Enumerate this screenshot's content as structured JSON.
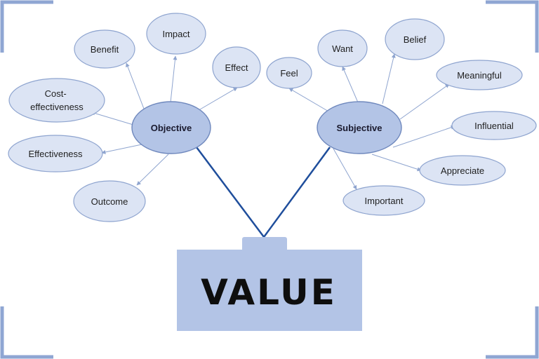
{
  "central": {
    "label": "VALUE"
  },
  "hubs": {
    "objective": {
      "label": "Objective",
      "branches": [
        "Cost-effectiveness",
        "Benefit",
        "Impact",
        "Effect",
        "Effectiveness",
        "Outcome"
      ]
    },
    "subjective": {
      "label": "Subjective",
      "branches": [
        "Feel",
        "Want",
        "Belief",
        "Meaningful",
        "Influential",
        "Appreciate",
        "Important"
      ]
    }
  },
  "colors": {
    "node_fill": "#dce4f4",
    "node_stroke": "#8ea4cf",
    "hub_fill": "#b3c4e6",
    "trunk_line": "#1f4e9c",
    "value_box": "#b3c4e6",
    "corner_brackets": "#8fa6d3"
  }
}
